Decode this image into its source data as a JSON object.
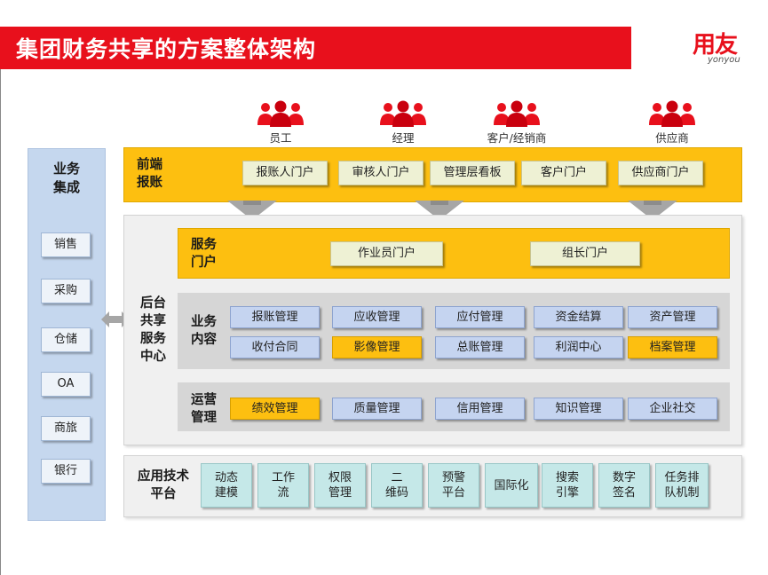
{
  "title": "集团财务共享的方案整体架构",
  "logo": {
    "cn": "用友",
    "en": "yonyou"
  },
  "users": [
    "员工",
    "经理",
    "客户/经销商",
    "供应商"
  ],
  "integration": {
    "title": "业务\n集成",
    "items": [
      "销售",
      "采购",
      "仓储",
      "OA",
      "商旅",
      "银行"
    ]
  },
  "front_office": {
    "title": "前端\n报账",
    "items": [
      "报账人门户",
      "审核人门户",
      "管理层看板",
      "客户门户",
      "供应商门户"
    ]
  },
  "back_office": {
    "title": "后台\n共享\n服务\n中心",
    "service_portal": {
      "title": "服务\n门户",
      "items": [
        "作业员门户",
        "组长门户"
      ]
    },
    "business_content": {
      "title": "业务\n内容",
      "rows": [
        [
          "报账管理",
          "应收管理",
          "应付管理",
          "资金结算",
          "资产管理"
        ],
        [
          "收付合同",
          "影像管理",
          "总账管理",
          "利润中心",
          "档案管理"
        ]
      ]
    },
    "operations": {
      "title": "运营\n管理",
      "items": [
        "绩效管理",
        "质量管理",
        "信用管理",
        "知识管理",
        "企业社交"
      ]
    }
  },
  "tech_platform": {
    "title": "应用技术\n平台",
    "items": [
      "动态\n建模",
      "工作\n流",
      "权限\n管理",
      "二\n维码",
      "预警\n平台",
      "国际化",
      "搜索\n引擎",
      "数字\n签名",
      "任务排\n队机制"
    ]
  },
  "colors": {
    "brand_red": "#e8101c",
    "accent_yellow": "#fdbf10",
    "module_blue": "#c5d4f0",
    "integration_blue": "#c5d7ee",
    "tech_teal": "#c5e8e8"
  }
}
